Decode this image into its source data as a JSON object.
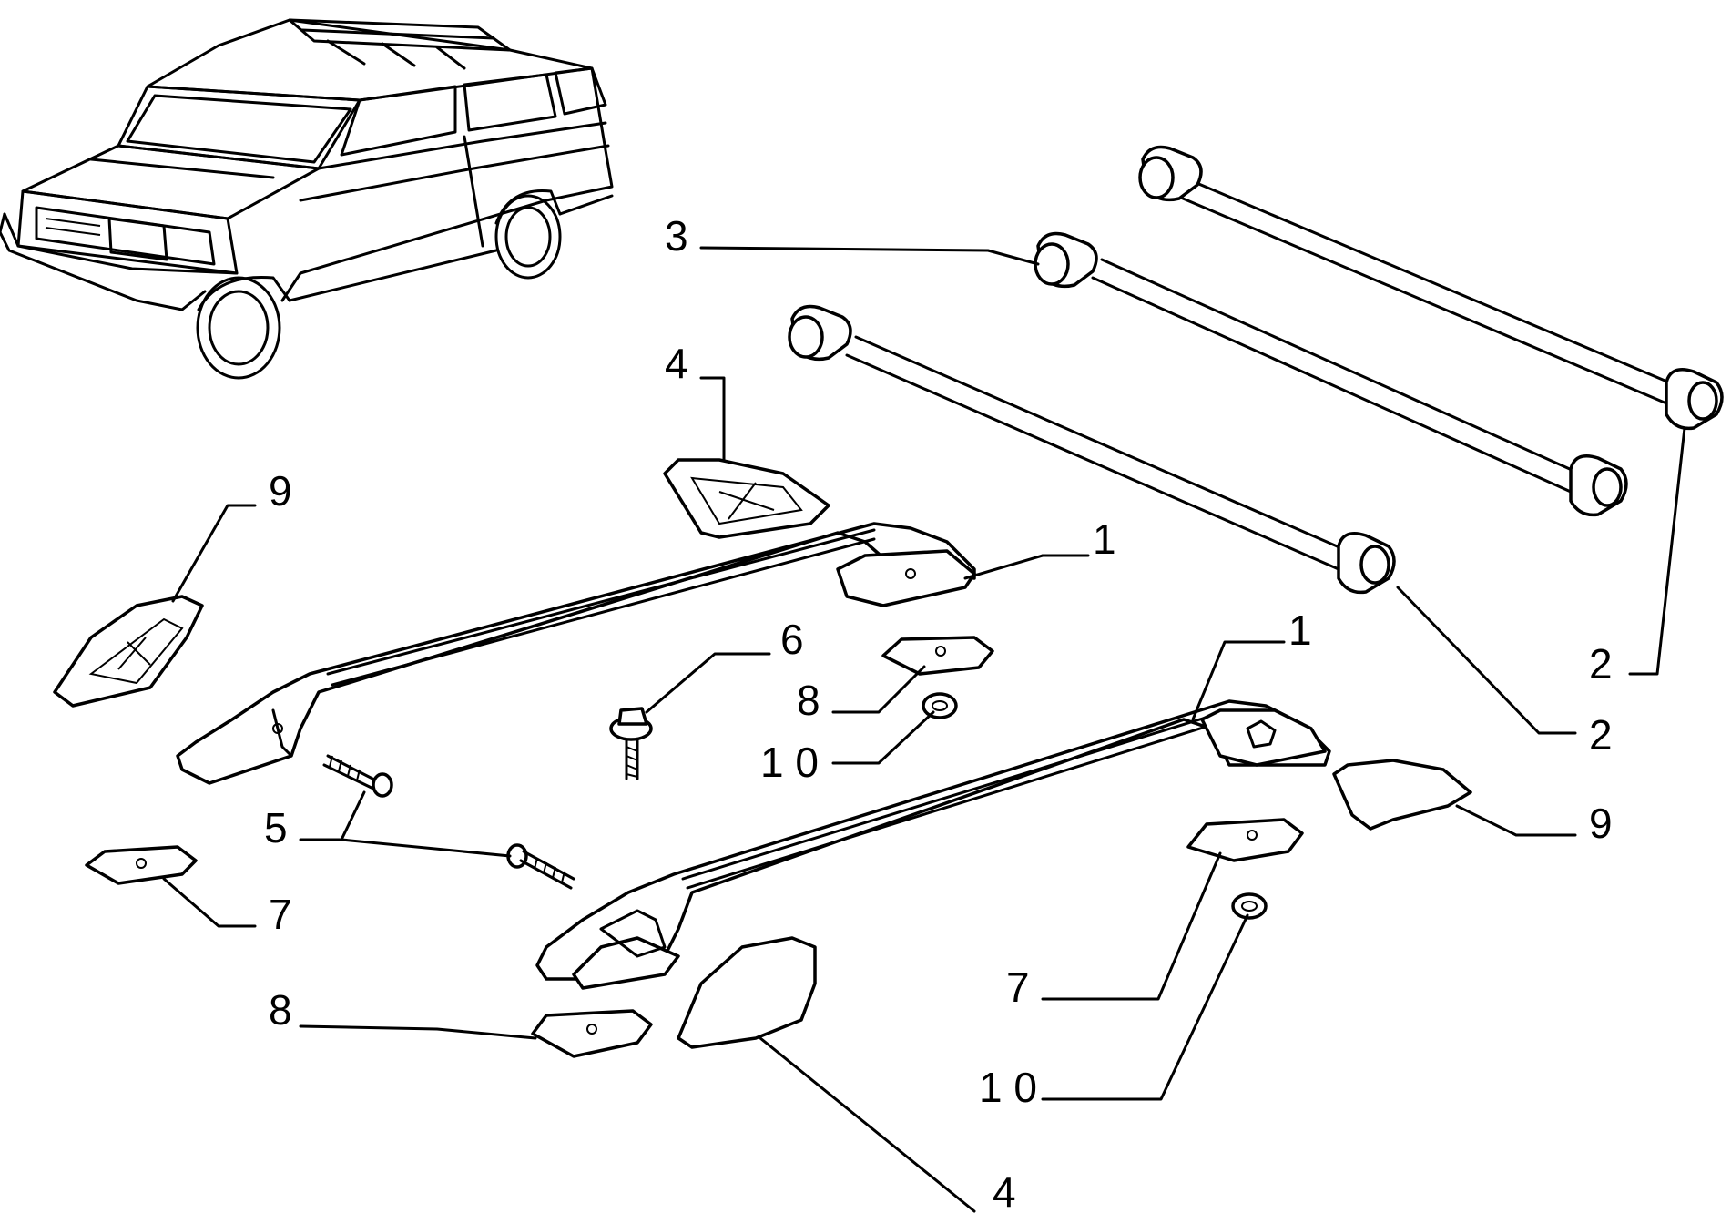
{
  "callouts": {
    "c1_top": "1",
    "c1_bottom": "1",
    "c2_right": "2",
    "c2_lower": "2",
    "c3": "3",
    "c4_top": "4",
    "c4_bottom": "4",
    "c5": "5",
    "c6": "6",
    "c7_left": "7",
    "c7_right": "7",
    "c8_top": "8",
    "c8_bottom": "8",
    "c9_left": "9",
    "c9_right": "9",
    "c10_top": "1 0",
    "c10_bottom": "1 0"
  }
}
